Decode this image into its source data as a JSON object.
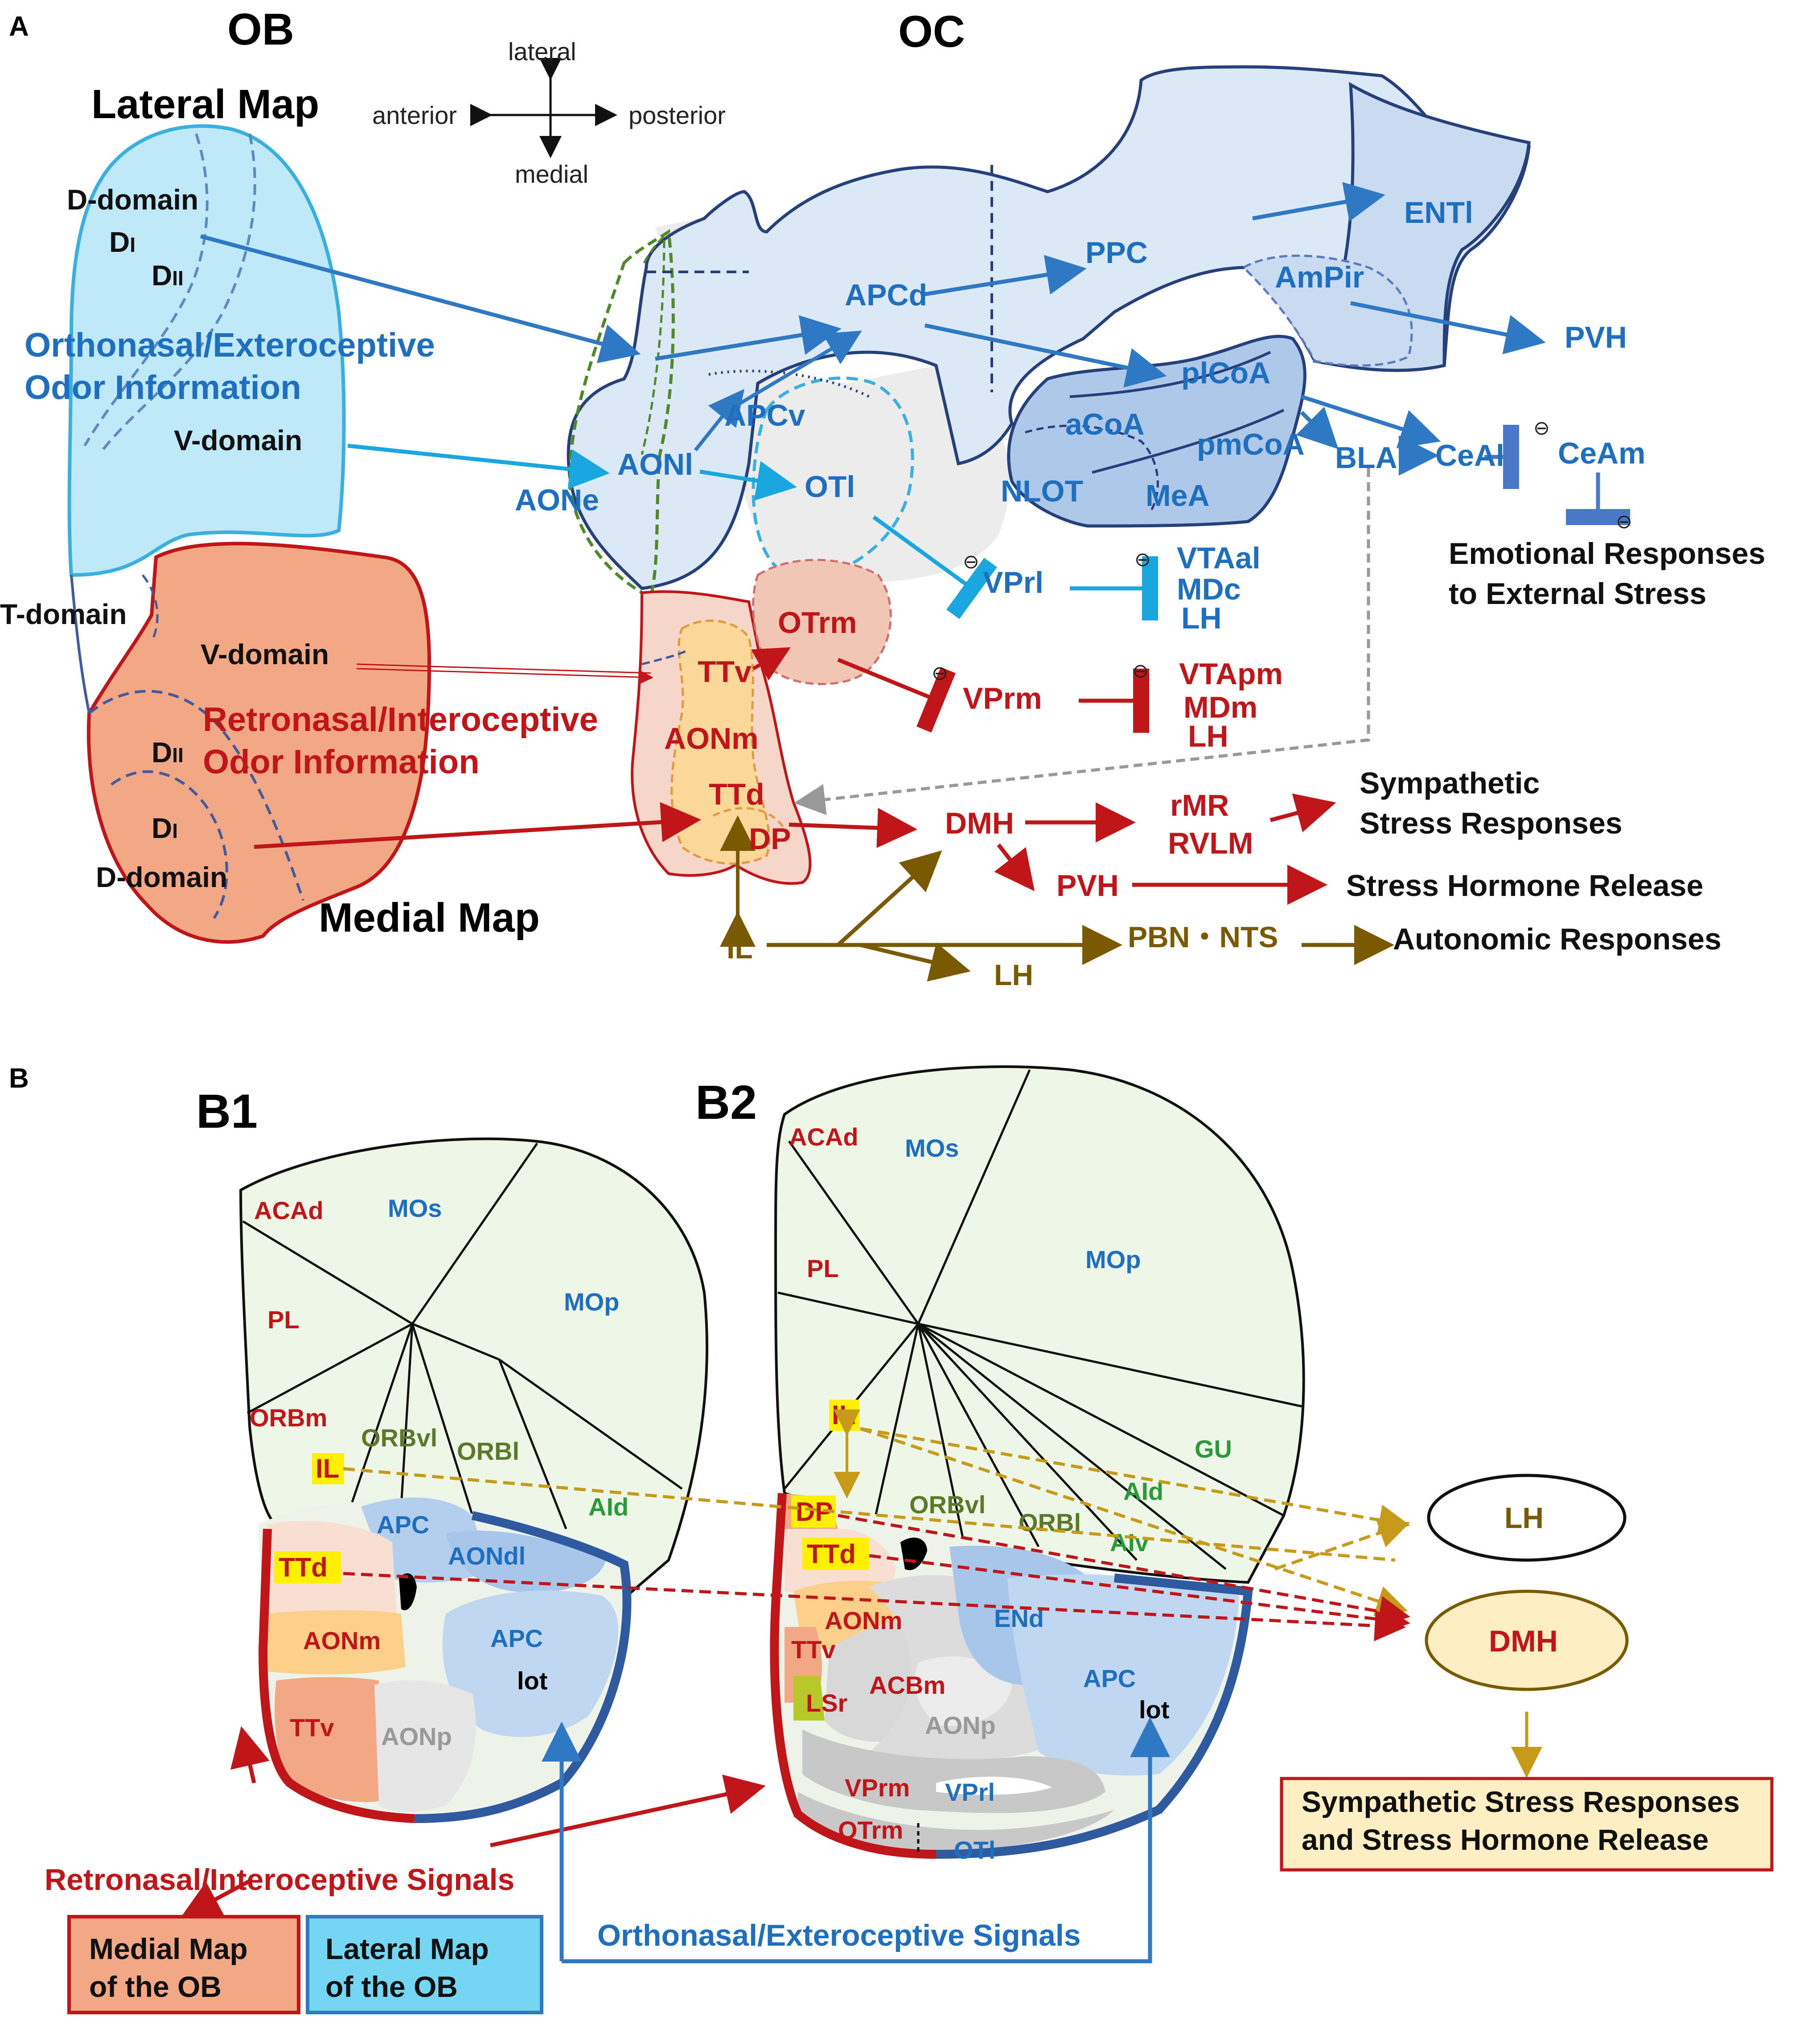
{
  "panels": {
    "a": "A",
    "b": "B"
  },
  "panel_a": {
    "ob_title": "OB",
    "oc_title": "OC",
    "lateral_map": "Lateral Map",
    "medial_map": "Medial Map",
    "compass": {
      "lateral": "lateral",
      "medial": "medial",
      "anterior": "anterior",
      "posterior": "posterior"
    },
    "ob": {
      "d_domain_lat": "D-domain",
      "d1_lat": "D",
      "d1_lat_sub": "I",
      "d2_lat": "D",
      "d2_lat_sub": "II",
      "ortho_info_1": "Orthonasal/Exteroceptive",
      "ortho_info_2": "Odor Information",
      "v_domain_lat": "V-domain",
      "t_domain": "T-domain",
      "v_domain_med": "V-domain",
      "retro_info_1": "Retronasal/Interoceptive",
      "retro_info_2": "Odor Information",
      "d2_med": "D",
      "d2_med_sub": "II",
      "d1_med": "D",
      "d1_med_sub": "I",
      "d_domain_med": "D-domain"
    },
    "oc": {
      "aone": "AONe",
      "aonl": "AONl",
      "apcv": "APCv",
      "apcd": "APCd",
      "otl": "OTl",
      "ppc": "PPC",
      "entl": "ENTl",
      "ampir": "AmPir",
      "plcoa": "plCoA",
      "acoa": "aCoA",
      "pmcoa": "pmCoA",
      "nlot": "NLOT",
      "mea": "MeA",
      "bla": "BLA",
      "ceal": "CeAl",
      "ceam": "CeAm",
      "pvh_top": "PVH",
      "vprl": "VPrl",
      "vtaal": "VTAal",
      "mdc": "MDc",
      "lh1": "LH",
      "otrm": "OTrm",
      "ttv": "TTv",
      "aonm": "AONm",
      "ttd": "TTd",
      "dp": "DP",
      "vprm": "VPrm",
      "vtapm": "VTApm",
      "mdm": "MDm",
      "lh2": "LH",
      "dmh": "DMH",
      "rmr": "rMR",
      "rvlm": "RVLM",
      "pvh": "PVH",
      "il": "IL",
      "lh3": "LH",
      "pbn_nts": "PBN・NTS",
      "minus": "⊖"
    },
    "responses": {
      "emotional_1": "Emotional Responses",
      "emotional_2": "to External Stress",
      "sympathetic_1": "Sympathetic",
      "sympathetic_2": "Stress Responses",
      "hormone": "Stress Hormone Release",
      "autonomic": "Autonomic Responses"
    }
  },
  "panel_b": {
    "b1_title": "B1",
    "b2_title": "B2",
    "b1": {
      "acad": "ACAd",
      "mos": "MOs",
      "pl": "PL",
      "mop": "MOp",
      "orbm": "ORBm",
      "orbvl": "ORBvl",
      "orbl": "ORBl",
      "il": "IL",
      "aid": "AId",
      "apc_top": "APC",
      "aondl": "AONdl",
      "ttd": "TTd",
      "aonm": "AONm",
      "apc": "APC",
      "lot": "lot",
      "ttv": "TTv",
      "aonp": "AONp"
    },
    "b2": {
      "acad": "ACAd",
      "mos": "MOs",
      "pl": "PL",
      "mop": "MOp",
      "il": "IL",
      "gu": "GU",
      "dp": "DP",
      "ttd": "TTd",
      "orbvl": "ORBvl",
      "orbl": "ORBl",
      "aid": "AId",
      "aiv": "AIv",
      "aonm": "AONm",
      "end": "ENd",
      "ttv": "TTv",
      "acbm": "ACBm",
      "apc": "APC",
      "lsr": "LSr",
      "lot": "lot",
      "aonp": "AONp",
      "vprm": "VPrm",
      "vprl": "VPrl",
      "otrm": "OTrm",
      "otl": "OTl"
    },
    "targets": {
      "lh": "LH",
      "dmh": "DMH",
      "out_1": "Sympathetic Stress Responses",
      "out_2": "and Stress Hormone Release"
    },
    "signals": {
      "retro": "Retronasal/Interoceptive Signals",
      "ortho": "Orthonasal/Exteroceptive Signals"
    },
    "legend": {
      "medial_1": "Medial Map",
      "medial_2": "of the OB",
      "lateral_1": "Lateral Map",
      "lateral_2": "of the OB"
    }
  },
  "colors": {
    "lateral_map": "#bfe9f8",
    "medial_map": "#f2a785",
    "oc_blue": "#dbe8f6",
    "ttd_orange": "#fcd79a",
    "cortex_green": "#eef6e8",
    "dmh_fill": "#fdeec4",
    "red": "#c0161a",
    "blue": "#1f6fc0",
    "olive": "#7a5a00"
  }
}
